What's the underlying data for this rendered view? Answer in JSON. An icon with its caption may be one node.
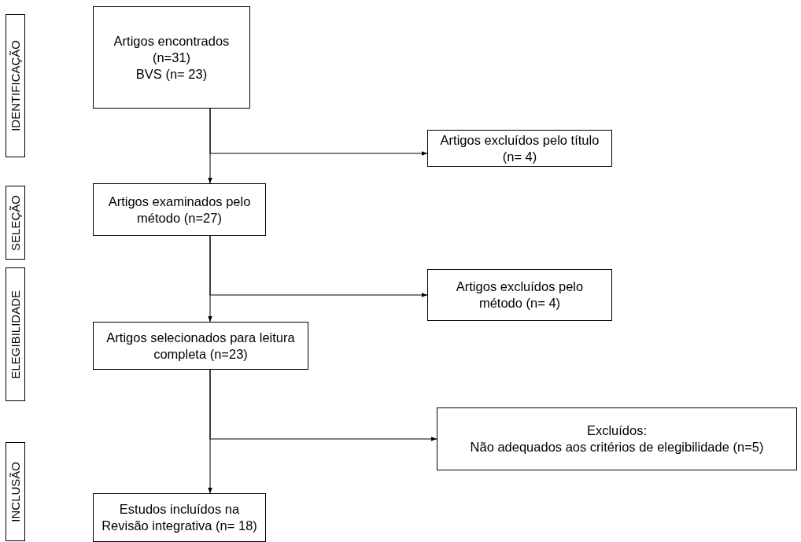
{
  "diagram": {
    "nodes": [
      {
        "text": [
          "Artigos encontrados (n=31)",
          "BVS (n= 23)"
        ]
      },
      {
        "text": [
          "Artigos excluídos pelo título (n= 4)"
        ]
      },
      {
        "text": [
          "Artigos examinados pelo método (n=27)"
        ]
      },
      {
        "text": [
          "Artigos excluídos pelo método (n= 4)"
        ]
      },
      {
        "text": [
          "Artigos selecionados para leitura completa (n=23)"
        ]
      },
      {
        "text": [
          "Excluídos:",
          "Não adequados aos critérios de elegibilidade (n=5)"
        ]
      },
      {
        "text": [
          "Estudos incluídos na Revisão integrativa (n= 18)"
        ]
      },
      {
        "text": [
          "IDENTIFICAÇÃO"
        ]
      },
      {
        "text": [
          "SELEÇÃO"
        ]
      },
      {
        "text": [
          "ELEGIBILIDADE"
        ]
      },
      {
        "text": [
          "INCLUSÃO"
        ]
      }
    ],
    "edges": [
      {
        "from": 0,
        "to": 2,
        "arrow": "to"
      },
      {
        "from": 0,
        "to": 1,
        "arrow": "to"
      },
      {
        "from": 2,
        "to": 4,
        "arrow": "to"
      },
      {
        "from": 2,
        "to": 3,
        "arrow": "to"
      },
      {
        "from": 4,
        "to": 6,
        "arrow": "to"
      },
      {
        "from": 4,
        "to": 5,
        "arrow": "to"
      }
    ]
  }
}
